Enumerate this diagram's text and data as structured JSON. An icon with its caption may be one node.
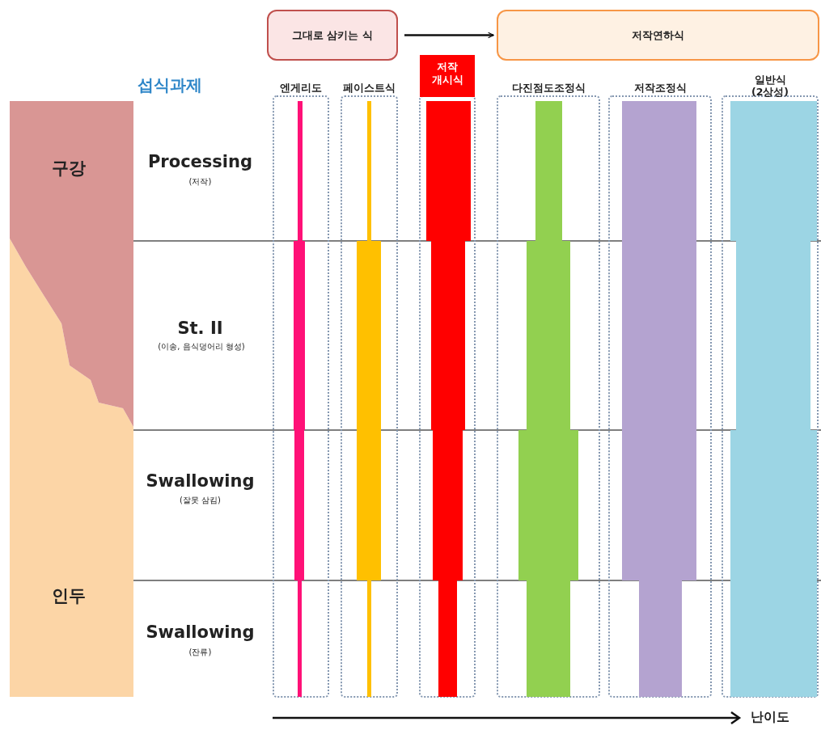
{
  "diagram": {
    "nodes": [
      {
        "text": [
          "그대로 삼키는 식"
        ]
      },
      {
        "text": [
          "저작연하식"
        ]
      },
      {
        "text": [
          "엔게리도"
        ]
      },
      {
        "text": [
          "페이스트식"
        ]
      },
      {
        "text": [
          "저작 개시식"
        ]
      },
      {
        "text": [
          "다진점도조정식"
        ]
      },
      {
        "text": [
          "저작조정식"
        ]
      },
      {
        "text": [
          "일반식 (2상성)"
        ]
      },
      {
        "text": [
          "구강"
        ]
      },
      {
        "text": [
          "인두"
        ]
      }
    ],
    "edges": [
      {
        "from": 0,
        "to": 1,
        "arrow": "to"
      }
    ],
    "labels": [
      "섭식과제",
      "Processing",
      "(저작)",
      "St. II",
      "(이송, 음식덩어리 형성)",
      "Swallowing",
      "(잘못 삼킴)",
      "Swallowing",
      "(잔류)",
      "난이도"
    ]
  }
}
